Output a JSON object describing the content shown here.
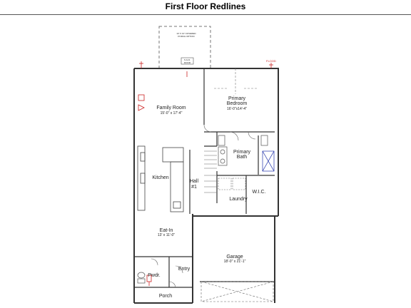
{
  "title": "First Floor Redlines",
  "rooms": {
    "family_room": {
      "name": "Family Room",
      "dims": "15'-0\" x 17'-4\""
    },
    "primary_bedroom": {
      "name_line1": "Primary",
      "name_line2": "Bedroom",
      "dims": "16'-0\"x14'-4\""
    },
    "primary_bath": {
      "name_line1": "Primary",
      "name_line2": "Bath"
    },
    "kitchen": {
      "name": "Kitchen"
    },
    "hall": {
      "name_line1": "Hall",
      "name_line2": "#1"
    },
    "laundry": {
      "name": "Laundry"
    },
    "wic": {
      "name": "W.I.C."
    },
    "eat_in": {
      "name": "Eat-In",
      "dims": "13' x 11'-0\""
    },
    "garage": {
      "name": "Garage",
      "dims": "18'-0\" x 21'-1\""
    },
    "pwdr": {
      "name": "Pwdr."
    },
    "entry": {
      "name": "Entry"
    },
    "porch": {
      "name": "Porch"
    }
  },
  "notes": {
    "covered_porch_line1": "10' X 10' COVERED",
    "covered_porch_line2": "PORCH OPTION",
    "flood": "FLOOD",
    "sgd_line1": "S.G.D.",
    "sgd_line2": "DOOR"
  },
  "colors": {
    "wall": "#333333",
    "redline": "#cc2222",
    "dashed": "#777777"
  }
}
